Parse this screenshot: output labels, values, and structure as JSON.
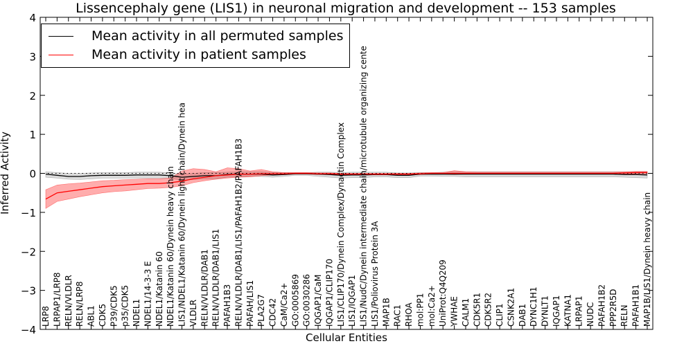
{
  "chart_data": {
    "type": "line",
    "title": "Lissencephaly gene (LIS1) in neuronal migration and development -- 153 samples",
    "xlabel": "Cellular Entities",
    "ylabel": "Inferred Activity",
    "ylim": [
      -4,
      4
    ],
    "yticks": [
      "−4",
      "−3",
      "−2",
      "−1",
      "0",
      "1",
      "2",
      "3",
      "4"
    ],
    "ytick_values": [
      -4,
      -3,
      -2,
      -1,
      0,
      1,
      2,
      3,
      4
    ],
    "grid": false,
    "legend_position": "top-left",
    "categories": [
      "LRP8",
      "LRPAP1/LRP8",
      "RELN/VLDLR",
      "RELN/LRP8",
      "ABL1",
      "CDK5",
      "P39/CDK5",
      "p35/CDK5",
      "NDEL1",
      "NDEL1/14-3-3 E",
      "NDEL1/Katanin 60",
      "NDEL1/Katanin 60/Dynein heavy chain",
      "LIS1/NDEL1/Katanin 60/Dynein light chain/Dynein hea",
      "VLDLR",
      "RELN/VLDLR/DAB1",
      "RELN/VLDLR/DAB1/LIS1",
      "PAFAH1B3",
      "RELN/VLDLR/DAB1/LIS1/PAFAH1B2/PAFAH1B3",
      "PAFAH/LIS1",
      "PLA2G7",
      "CDC42",
      "CaM/Ca2+",
      "GO:0005869",
      "GO:0030286",
      "IQGAP1/CaM",
      "IQGAP1/CLIP170",
      "LIS1/CLIP170/Dynein Complex/Dynactin Complex",
      "LIS1/IQGAP1",
      "LIS1/NudC/Dynein intermediate chain/microtubule organizing cente",
      "LIS1/Poliovirus Protein 3A",
      "MAP1B",
      "RAC1",
      "RHOA",
      "mol:PP1",
      "mol:Ca2+",
      "UniProt:Q4Q209",
      "YWHAE",
      "CALM1",
      "CDK5R1",
      "CDK5R2",
      "CLIP1",
      "CSNK2A1",
      "DAB1",
      "DYNC1H1",
      "DYNLT1",
      "IQGAP1",
      "KATNA1",
      "LRPAP1",
      "NUDC",
      "PAFAH1B2",
      "PPP2R5D",
      "RELN",
      "PAFAH1B1",
      "MAP1B/LIS1/Dynein heavy chain"
    ],
    "series": [
      {
        "name": "Mean activity in all permuted samples",
        "color": "#000000",
        "values": [
          -0.02,
          -0.05,
          -0.08,
          -0.08,
          -0.06,
          -0.05,
          -0.05,
          -0.05,
          -0.04,
          -0.04,
          -0.04,
          -0.06,
          -0.1,
          -0.08,
          -0.06,
          -0.06,
          -0.03,
          -0.02,
          -0.02,
          -0.02,
          -0.04,
          -0.03,
          -0.01,
          -0.01,
          -0.02,
          -0.03,
          -0.05,
          -0.04,
          -0.04,
          -0.03,
          -0.03,
          -0.05,
          -0.05,
          -0.02,
          -0.02,
          -0.02,
          -0.02,
          -0.02,
          -0.02,
          -0.02,
          -0.02,
          -0.02,
          -0.02,
          -0.02,
          -0.02,
          -0.02,
          -0.02,
          -0.02,
          -0.02,
          -0.02,
          -0.02,
          -0.03,
          -0.03,
          -0.04
        ],
        "lower": [
          -0.1,
          -0.12,
          -0.15,
          -0.16,
          -0.14,
          -0.12,
          -0.12,
          -0.12,
          -0.12,
          -0.12,
          -0.12,
          -0.13,
          -0.18,
          -0.16,
          -0.14,
          -0.14,
          -0.1,
          -0.09,
          -0.08,
          -0.08,
          -0.1,
          -0.08,
          -0.05,
          -0.05,
          -0.08,
          -0.1,
          -0.12,
          -0.11,
          -0.11,
          -0.09,
          -0.09,
          -0.11,
          -0.11,
          -0.07,
          -0.07,
          -0.08,
          -0.08,
          -0.09,
          -0.09,
          -0.09,
          -0.09,
          -0.09,
          -0.09,
          -0.09,
          -0.09,
          -0.09,
          -0.09,
          -0.09,
          -0.09,
          -0.09,
          -0.09,
          -0.1,
          -0.11,
          -0.12
        ],
        "upper": [
          0.04,
          0.02,
          0.0,
          0.0,
          0.01,
          0.02,
          0.02,
          0.02,
          0.03,
          0.03,
          0.03,
          0.01,
          -0.02,
          0.0,
          0.02,
          0.02,
          0.03,
          0.04,
          0.04,
          0.04,
          0.02,
          0.02,
          0.02,
          0.02,
          0.03,
          0.03,
          0.02,
          0.03,
          0.03,
          0.03,
          0.03,
          0.01,
          0.01,
          0.02,
          0.02,
          0.03,
          0.04,
          0.04,
          0.04,
          0.04,
          0.04,
          0.04,
          0.04,
          0.04,
          0.04,
          0.04,
          0.04,
          0.04,
          0.04,
          0.04,
          0.04,
          0.04,
          0.04,
          0.04
        ]
      },
      {
        "name": "Mean activity in patient samples",
        "color": "#ff0000",
        "values": [
          -0.66,
          -0.5,
          -0.46,
          -0.42,
          -0.38,
          -0.34,
          -0.32,
          -0.3,
          -0.28,
          -0.26,
          -0.26,
          -0.24,
          -0.2,
          -0.14,
          -0.1,
          -0.06,
          -0.04,
          -0.02,
          -0.02,
          -0.01,
          -0.01,
          -0.01,
          0.0,
          0.0,
          -0.01,
          -0.01,
          -0.02,
          -0.02,
          -0.02,
          -0.02,
          -0.02,
          -0.02,
          -0.02,
          -0.01,
          0.0,
          0.0,
          0.0,
          0.0,
          0.0,
          0.0,
          0.0,
          0.0,
          0.0,
          0.0,
          0.0,
          0.0,
          0.0,
          0.0,
          0.0,
          0.0,
          0.0,
          0.01,
          0.02,
          0.02
        ],
        "lower": [
          -0.9,
          -0.72,
          -0.66,
          -0.6,
          -0.55,
          -0.5,
          -0.47,
          -0.45,
          -0.42,
          -0.39,
          -0.38,
          -0.36,
          -0.32,
          -0.24,
          -0.19,
          -0.15,
          -0.12,
          -0.1,
          -0.09,
          -0.06,
          -0.04,
          -0.03,
          -0.02,
          -0.02,
          -0.03,
          -0.03,
          -0.04,
          -0.04,
          -0.04,
          -0.04,
          -0.04,
          -0.04,
          -0.04,
          -0.03,
          -0.02,
          -0.02,
          -0.03,
          -0.02,
          -0.02,
          -0.02,
          -0.02,
          -0.02,
          -0.02,
          -0.02,
          -0.02,
          -0.02,
          -0.02,
          -0.02,
          -0.02,
          -0.02,
          -0.02,
          -0.02,
          -0.01,
          -0.01
        ],
        "upper": [
          -0.42,
          -0.3,
          -0.27,
          -0.25,
          -0.22,
          -0.19,
          -0.18,
          -0.16,
          -0.15,
          -0.14,
          -0.14,
          -0.12,
          0.06,
          0.12,
          0.1,
          0.04,
          0.14,
          0.12,
          0.06,
          0.1,
          0.04,
          0.02,
          0.02,
          0.02,
          0.01,
          0.01,
          0.0,
          0.0,
          0.0,
          0.0,
          0.0,
          0.0,
          0.0,
          0.01,
          0.02,
          0.02,
          0.07,
          0.04,
          0.03,
          0.03,
          0.03,
          0.03,
          0.03,
          0.03,
          0.03,
          0.03,
          0.03,
          0.03,
          0.03,
          0.03,
          0.03,
          0.04,
          0.05,
          0.05
        ]
      }
    ],
    "baseline_value": 0
  }
}
